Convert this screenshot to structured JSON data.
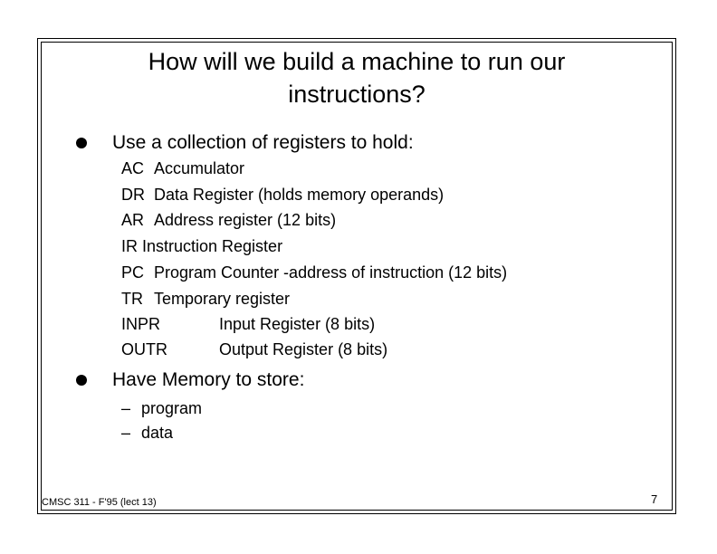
{
  "slide": {
    "title_line1": "How will we build a machine to run our",
    "title_line2": "instructions?",
    "bullet1": "Use a collection of registers to hold:",
    "registers": [
      {
        "abbr": "AC",
        "desc": "Accumulator"
      },
      {
        "abbr": "DR",
        "desc": "Data Register (holds memory operands)"
      },
      {
        "abbr": "AR",
        "desc": "Address register (12 bits)"
      },
      {
        "abbr": "IR",
        "desc": "Instruction Register"
      },
      {
        "abbr": "PC",
        "desc": "Program Counter -address of instruction (12 bits)"
      },
      {
        "abbr": "TR",
        "desc": "Temporary register"
      },
      {
        "abbr": "INPR",
        "desc": "Input Register (8 bits)"
      },
      {
        "abbr": "OUTR",
        "desc": "Output Register (8 bits)"
      }
    ],
    "bullet2": "Have Memory to store:",
    "memory_items": [
      "program",
      "data"
    ],
    "dash": "–",
    "footer": "CMSC 311 - F'95 (lect 13)",
    "page_number": "7"
  }
}
